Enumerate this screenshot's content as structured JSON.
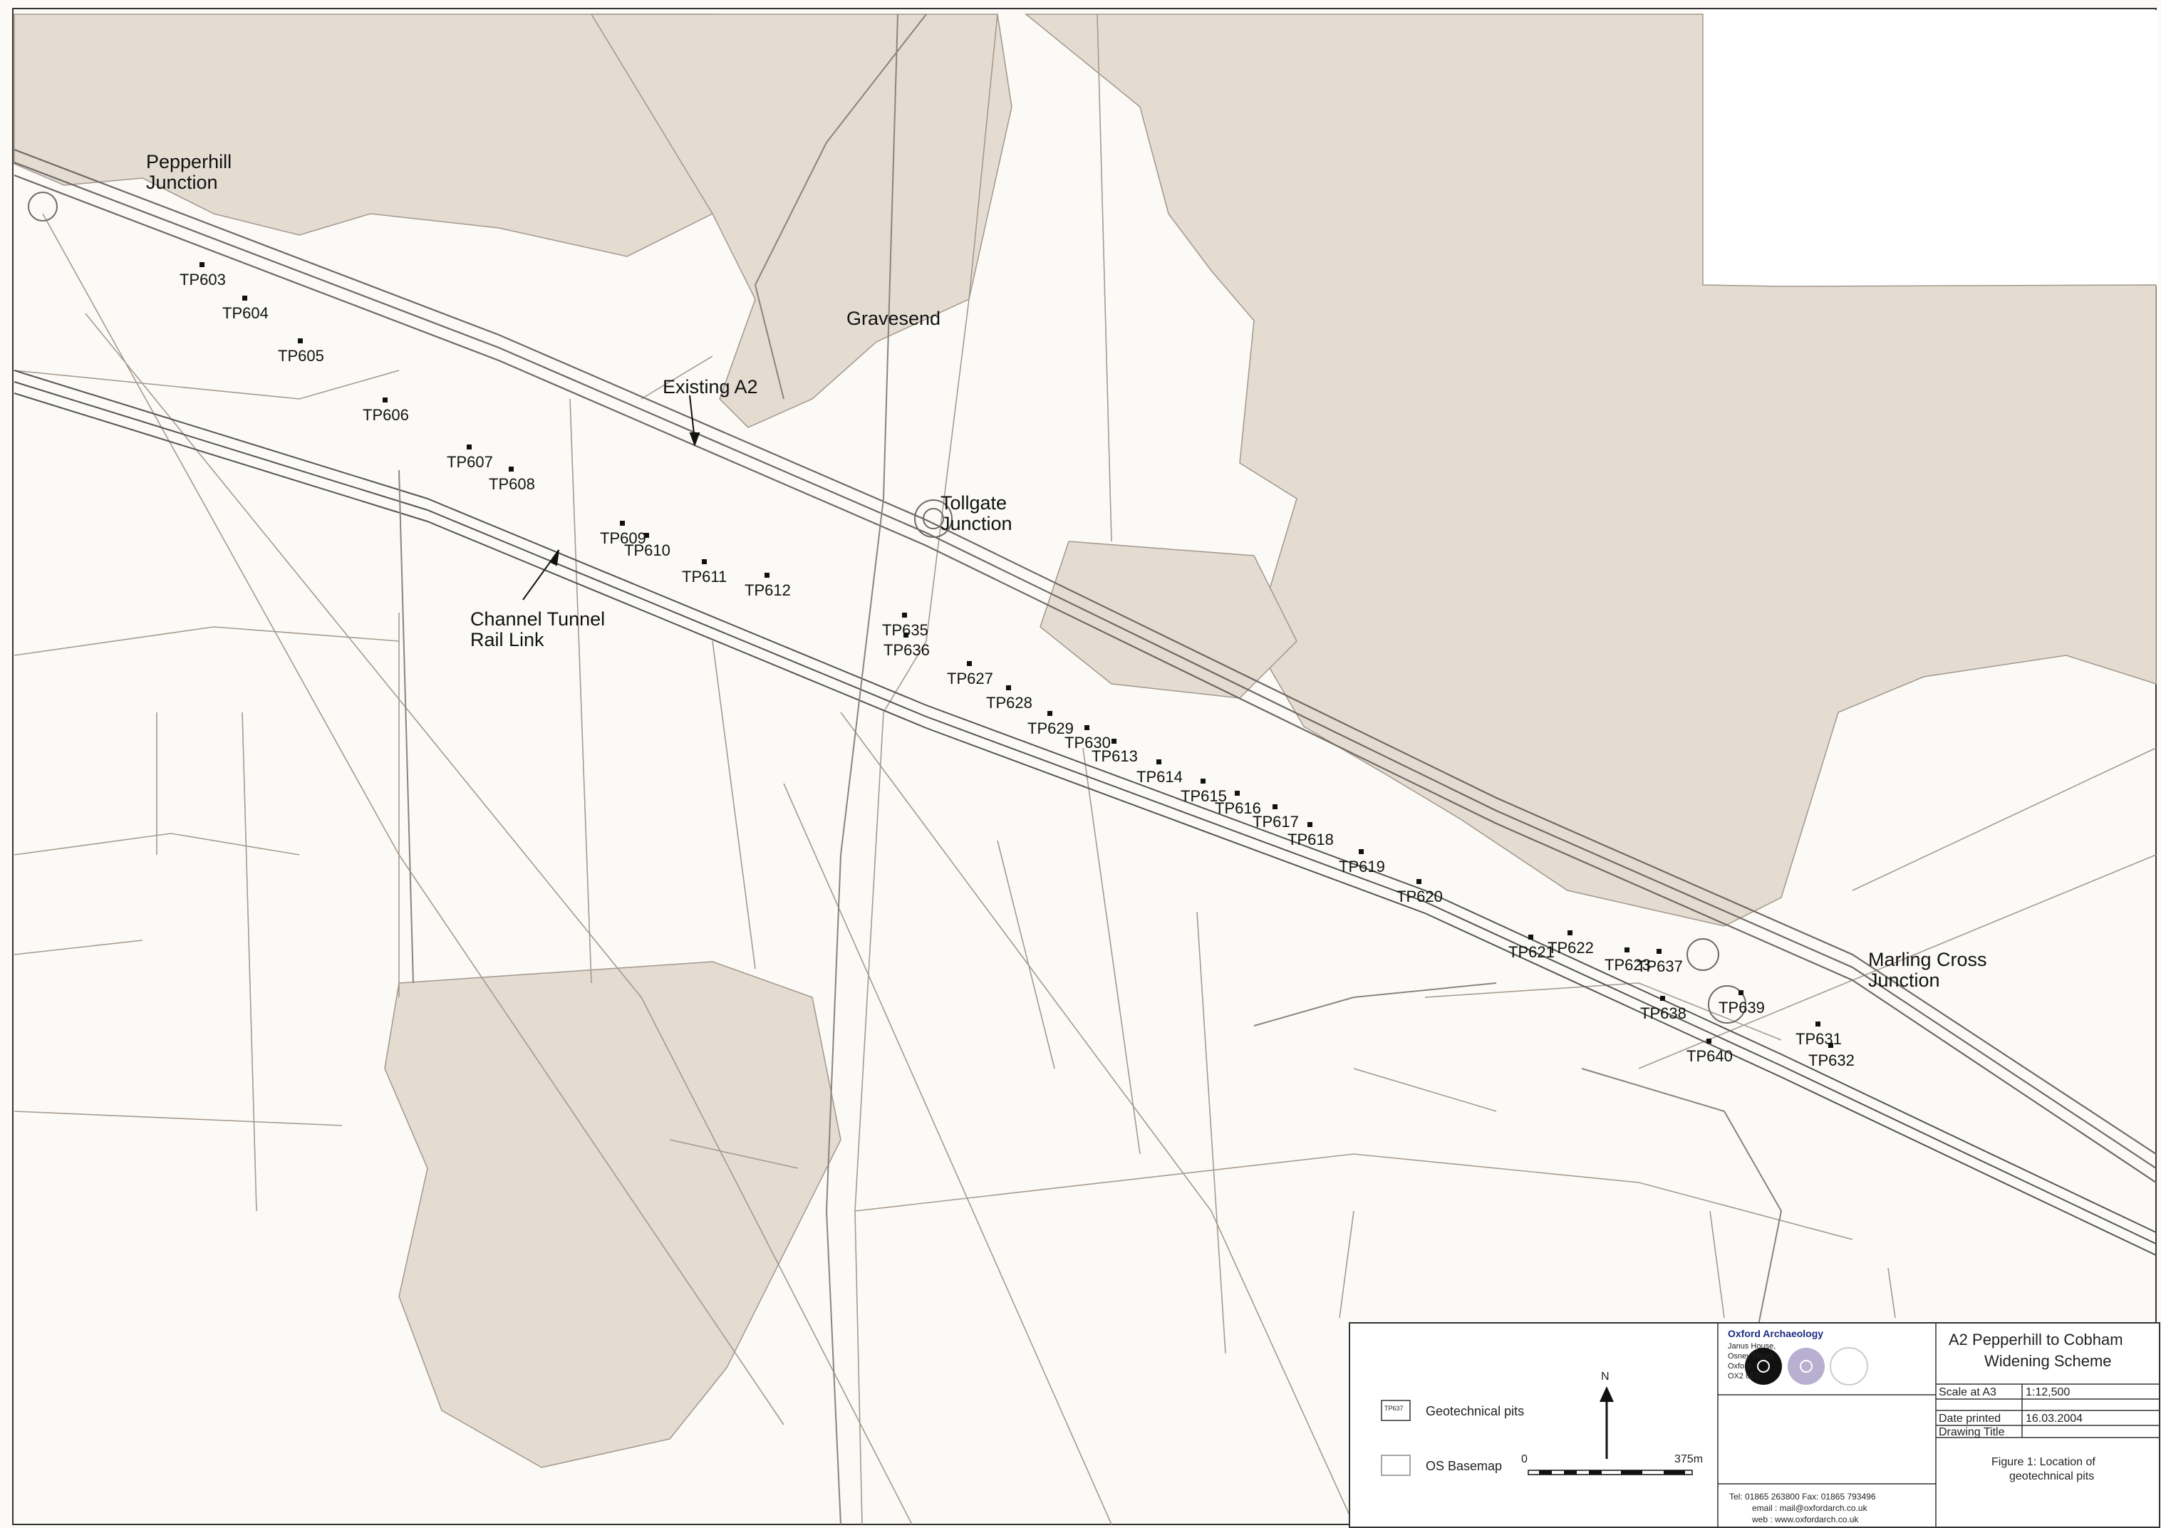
{
  "places": [
    {
      "id": "pepperhill",
      "lines": [
        "Pepperhill",
        "Junction"
      ]
    },
    {
      "id": "gravesend",
      "lines": [
        "Gravesend"
      ]
    },
    {
      "id": "existing-a2",
      "lines": [
        "Existing A2"
      ]
    },
    {
      "id": "tollgate",
      "lines": [
        "Tollgate",
        "Junction"
      ]
    },
    {
      "id": "ctrl",
      "lines": [
        "Channel Tunnel",
        "Rail Link"
      ]
    },
    {
      "id": "marling",
      "lines": [
        "Marling Cross",
        "Junction"
      ]
    }
  ],
  "pits": [
    "TP603",
    "TP604",
    "TP605",
    "TP606",
    "TP607",
    "TP608",
    "TP609",
    "TP610",
    "TP611",
    "TP612",
    "TP635",
    "TP636",
    "TP627",
    "TP628",
    "TP629",
    "TP630",
    "TP613",
    "TP614",
    "TP615",
    "TP616",
    "TP617",
    "TP618",
    "TP619",
    "TP620",
    "TP621",
    "TP622",
    "TP623",
    "TP637",
    "TP638",
    "TP639",
    "TP640",
    "TP631",
    "TP632"
  ],
  "legend": {
    "pit_symbol_text": "TP637",
    "pits_label": "Geotechnical pits",
    "basemap_label": "OS Basemap",
    "north": "N",
    "scale_start": "0",
    "scale_end": "375m"
  },
  "org": {
    "name": "Oxford Archaeology",
    "address": [
      "Janus House,",
      "Osney Mead,",
      "Oxford,",
      "OX2 0ES."
    ],
    "contact": [
      "Tel: 01865 263800 Fax: 01865 793496",
      "email : mail@oxfordarch.co.uk",
      "web : www.oxfordarch.co.uk"
    ]
  },
  "title_block": {
    "project": [
      "A2 Pepperhill to Cobham",
      "Widening Scheme"
    ],
    "scale_label": "Scale at A3",
    "scale_value": "1:12,500",
    "date_label": "Date printed",
    "date_value": "16.03.2004",
    "drawing_title_label": "Drawing Title",
    "figure_title": [
      "Figure 1: Location of",
      "geotechnical pits"
    ]
  },
  "colors": {
    "map_line": "#9b8f84",
    "urban_fill": "#d9cfc5",
    "road": "#777",
    "rail": "#555",
    "ink": "#111"
  }
}
